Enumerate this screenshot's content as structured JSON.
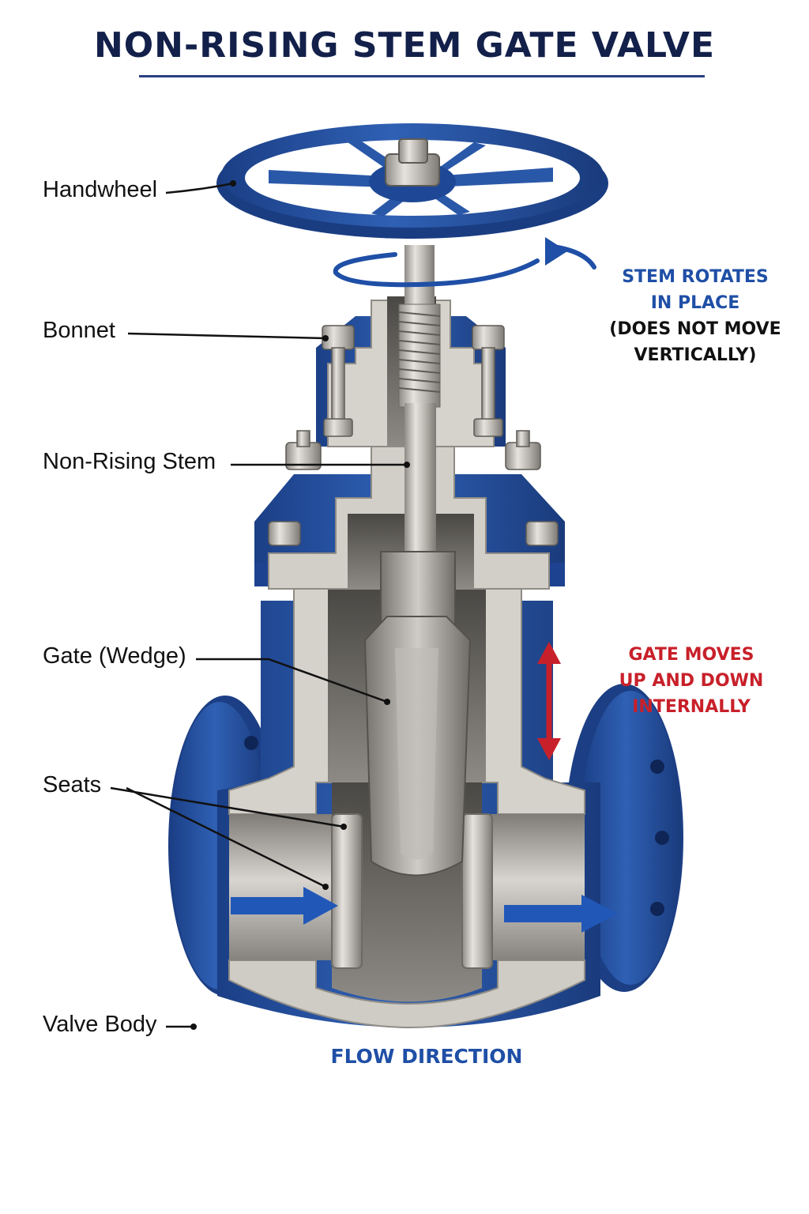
{
  "title": "NON-RISING STEM GATE VALVE",
  "labels": {
    "handwheel": "Handwheel",
    "bonnet": "Bonnet",
    "stem": "Non-Rising Stem",
    "gate": "Gate (Wedge)",
    "seats": "Seats",
    "body": "Valve Body"
  },
  "notes": {
    "stem_rotates": [
      "STEM ROTATES",
      "IN PLACE"
    ],
    "stem_rotates_sub": [
      "(DOES NOT MOVE",
      "VERTICALLY)"
    ],
    "gate_moves": [
      "GATE MOVES",
      "UP AND DOWN",
      "INTERNALLY"
    ],
    "flow": "FLOW DIRECTION"
  },
  "colors": {
    "blue_casting": "#2856a8",
    "steel": "#c9c6c0",
    "accent_blue": "#1f4fa6",
    "accent_red": "#c8202a",
    "title": "#12204a"
  }
}
